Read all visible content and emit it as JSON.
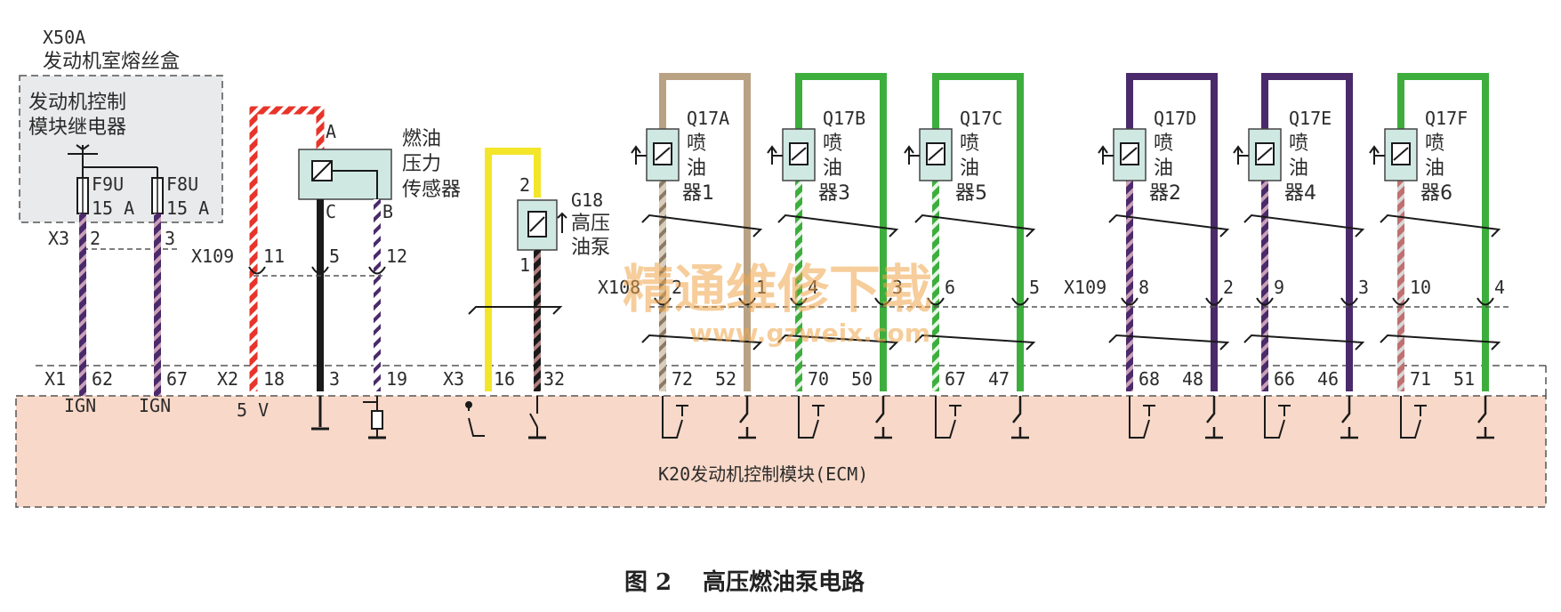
{
  "fuse_box": {
    "id": "X50A",
    "name": "发动机室熔丝盒",
    "relay_line1": "发动机控制",
    "relay_line2": "模块继电器",
    "fuses": [
      {
        "id": "F9U",
        "rating": "15 A",
        "x3_pin": "2",
        "x1_pin": "62",
        "x1_label": "IGN"
      },
      {
        "id": "F8U",
        "rating": "15 A",
        "x3_pin": "3",
        "x1_pin": "67",
        "x1_label": "IGN"
      }
    ],
    "connector_x3": "X3"
  },
  "pressure_sensor": {
    "name_line1": "燃油",
    "name_line2": "压力",
    "name_line3": "传感器",
    "pins": [
      "A",
      "C",
      "B"
    ],
    "x109_label": "X109",
    "x109_pins": [
      "11",
      "5",
      "12"
    ],
    "x2_label": "X2",
    "x2_pins": [
      "18",
      "3",
      "19"
    ],
    "supply_label": "5 V"
  },
  "pump": {
    "id": "G18",
    "name_line1": "高压",
    "name_line2": "油泵",
    "pin_top": "2",
    "pin_bottom": "1",
    "x3_label": "X3",
    "x3_pins": [
      "16",
      "32"
    ]
  },
  "injectors_left": {
    "x108_label": "X108",
    "items": [
      {
        "id": "Q17A",
        "name1": "喷",
        "name2": "油",
        "name3": "器1",
        "x_pins": [
          "2",
          "1"
        ],
        "ecm_pins": [
          "72",
          "52"
        ],
        "color": "#b9a283"
      },
      {
        "id": "Q17B",
        "name1": "喷",
        "name2": "油",
        "name3": "器3",
        "x_pins": [
          "4",
          "3"
        ],
        "ecm_pins": [
          "70",
          "50"
        ],
        "color": "#3dae3d"
      },
      {
        "id": "Q17C",
        "name1": "喷",
        "name2": "油",
        "name3": "器5",
        "x_pins": [
          "6",
          "5"
        ],
        "ecm_pins": [
          "67",
          "47"
        ],
        "color": "#3dae3d"
      }
    ]
  },
  "injectors_right": {
    "x109_label": "X109",
    "items": [
      {
        "id": "Q17D",
        "name1": "喷",
        "name2": "油",
        "name3": "器2",
        "x_pins": [
          "8",
          "2"
        ],
        "ecm_pins": [
          "68",
          "48"
        ],
        "color": "#4a2a6a"
      },
      {
        "id": "Q17E",
        "name1": "喷",
        "name2": "油",
        "name3": "器4",
        "x_pins": [
          "9",
          "3"
        ],
        "ecm_pins": [
          "66",
          "46"
        ],
        "color": "#4a2a6a"
      },
      {
        "id": "Q17F",
        "name1": "喷",
        "name2": "油",
        "name3": "器6",
        "x_pins": [
          "10",
          "4"
        ],
        "ecm_pins": [
          "71",
          "51"
        ],
        "color": "#3dae3d"
      }
    ]
  },
  "ecm": {
    "x1_label": "X1",
    "label": "K20发动机控制模块(ECM)"
  },
  "watermark": {
    "line1": "精通维修下载",
    "line2": "www.gzweix.com"
  },
  "caption": {
    "number": "图 2",
    "title": "高压燃油泵电路"
  },
  "colors": {
    "ecm_fill": "#f8d8c8",
    "fuse_box_fill": "#e9eaeb",
    "component_fill": "#cfe8e2",
    "red": "#e8342a",
    "yellow": "#f3e52a",
    "purple": "#4a2a6a",
    "green": "#3dae3d",
    "tan": "#b9a283",
    "black": "#1a1a1a"
  }
}
